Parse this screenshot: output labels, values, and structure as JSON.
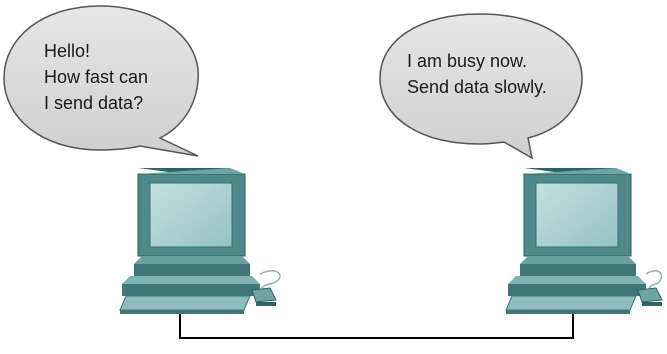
{
  "left_host": {
    "speech": [
      "Hello!",
      "How fast can",
      "I send data?"
    ]
  },
  "right_host": {
    "speech": [
      "I am busy now.",
      "Send data slowly."
    ]
  },
  "colors": {
    "bubble_fill": "#dcdcdc",
    "bubble_stroke": "#5a5a5a",
    "monitor_dark": "#3f7777",
    "monitor_mid": "#5f9797",
    "monitor_light": "#8fbdbd",
    "screen": "#a9cfd0",
    "cable": "#000000"
  },
  "icons": [
    "computer-icon",
    "computer-icon",
    "mouse-icon",
    "mouse-icon",
    "speech-bubble"
  ]
}
